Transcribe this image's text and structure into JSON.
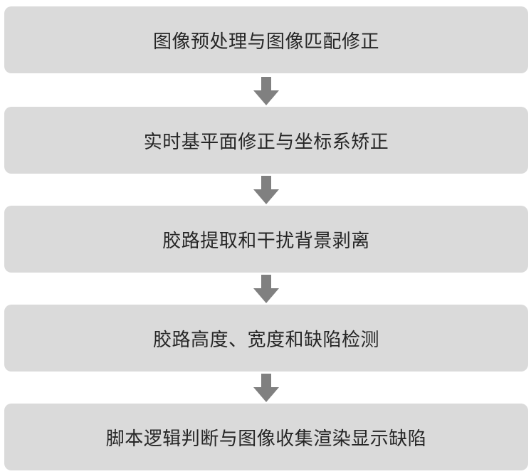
{
  "steps": [
    {
      "label": "图像预处理与图像匹配修正"
    },
    {
      "label": "实时基平面修正与坐标系矫正"
    },
    {
      "label": "胶路提取和干扰背景剥离"
    },
    {
      "label": "胶路高度、宽度和缺陷检测"
    },
    {
      "label": "脚本逻辑判断与图像收集渲染显示缺陷"
    }
  ],
  "colors": {
    "box": "#dadada",
    "arrow": "#808080",
    "text": "#262626"
  },
  "icons": {
    "connector": "arrow-down-icon"
  }
}
